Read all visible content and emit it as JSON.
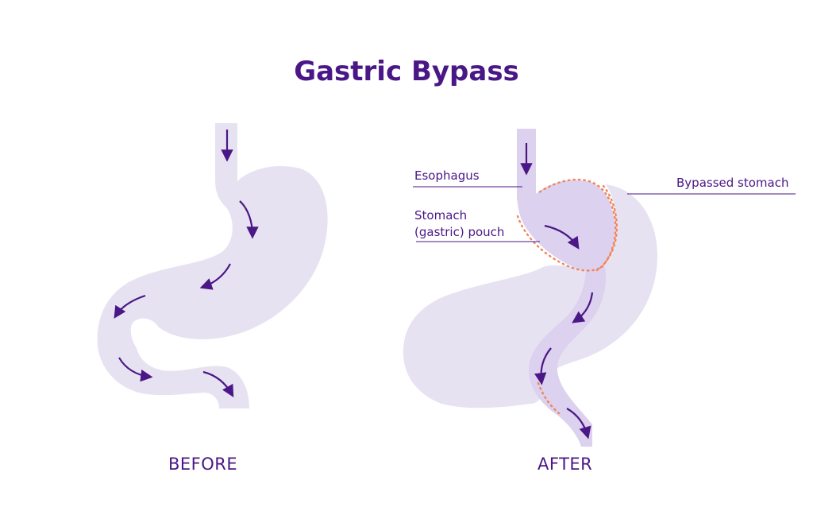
{
  "title": "Gastric Bypass",
  "colors": {
    "primary": "#4a1786",
    "stomach_fill": "#e7e2f1",
    "pouch_fill": "#dcd1ee",
    "staple_line": "#f0865a"
  },
  "before": {
    "caption": "BEFORE"
  },
  "after": {
    "caption": "AFTER",
    "labels": {
      "esophagus": "Esophagus",
      "pouch_line1": "Stomach",
      "pouch_line2": "(gastric) pouch",
      "bypassed": "Bypassed stomach"
    }
  }
}
